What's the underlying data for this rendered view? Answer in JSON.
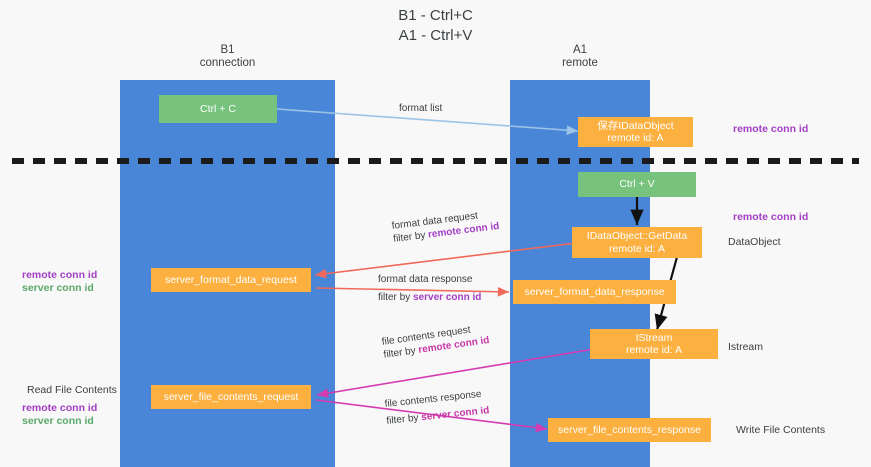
{
  "title": {
    "line1": "B1 - Ctrl+C",
    "line2": "A1 - Ctrl+V"
  },
  "lanes": [
    {
      "id": "b1",
      "name": "B1",
      "role": "connection",
      "color": "#4a86d8"
    },
    {
      "id": "a1",
      "name": "A1",
      "role": "remote",
      "color": "#4a86d8"
    }
  ],
  "nodes": {
    "ctrl_c": {
      "label": "Ctrl + C",
      "color": "#77c27c"
    },
    "idataobject": {
      "line1": "保存IDataObject",
      "line2": "remote id: A",
      "color": "#fbb040"
    },
    "ctrl_v": {
      "label": "Ctrl + V",
      "color": "#77c27c"
    },
    "getdata": {
      "line1": "IDataObject::GetData",
      "line2": "remote id: A",
      "color": "#fbb040"
    },
    "server_format_data_request": {
      "label": "server_format_data_request",
      "color": "#fbb040"
    },
    "server_format_data_response": {
      "label": "server_format_data_response",
      "color": "#fbb040"
    },
    "istream": {
      "line1": "IStream",
      "line2": "remote id: A",
      "color": "#fbb040"
    },
    "server_file_contents_request": {
      "label": "server_file_contents_request",
      "color": "#fbb040"
    },
    "server_file_contents_response": {
      "label": "server_file_contents_response",
      "color": "#fbb040"
    }
  },
  "edge_labels": {
    "format_list": "format list",
    "format_data_request": "format data request",
    "format_data_request_filter_prefix": "filter by ",
    "format_data_request_filter_key": "remote conn id",
    "format_data_response": "format data response",
    "format_data_response_filter_prefix": "filter by ",
    "format_data_response_filter_key": "server conn id",
    "file_contents_request": "file contents request",
    "file_contents_request_filter_prefix": "filter by ",
    "file_contents_request_filter_key": "remote conn id",
    "file_contents_response": "file contents response",
    "file_contents_response_filter_prefix": "filter by ",
    "file_contents_response_filter_key": "server conn id"
  },
  "right_labels": {
    "remote_conn_id_top": "remote conn id",
    "remote_conn_id_mid": "remote conn id",
    "dataobject": "DataObject",
    "istream": "Istream",
    "write_file_contents": "Write File Contents"
  },
  "left_labels": {
    "remote_conn_id_mid": "remote conn id",
    "server_conn_id_mid": "server conn id",
    "read_file_contents": "Read File Contents",
    "remote_conn_id_bottom": "remote conn id",
    "server_conn_id_bottom": "server conn id"
  },
  "colors": {
    "lane": "#4a86d8",
    "green_node": "#77c27c",
    "orange_node": "#fbb040",
    "purple": "#a33ec4",
    "green_text": "#5aa86a",
    "red_arrow": "#f0695a",
    "magenta_arrow": "#d43bb0",
    "light_blue_arrow": "#9dc3e6",
    "black_arrow": "#000000",
    "background": "#f8f8f8"
  }
}
